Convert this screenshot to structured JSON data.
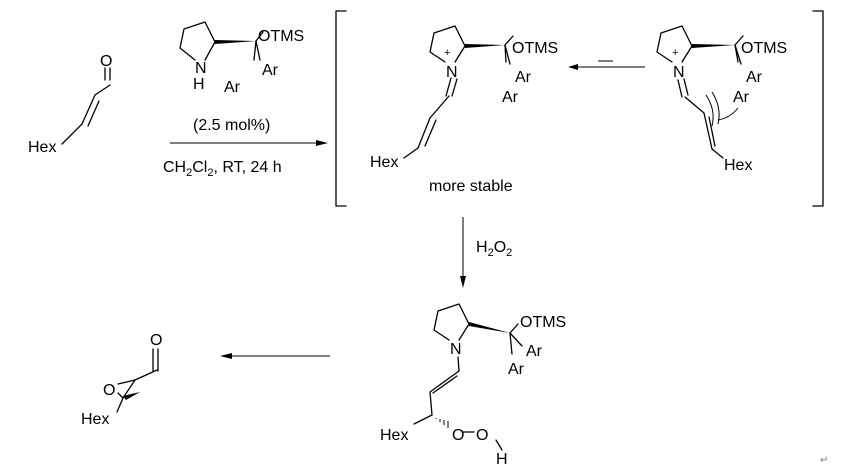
{
  "scheme": {
    "reactant": {
      "substituent": "Hex",
      "carbonyl_o": "O"
    },
    "catalyst": {
      "n_label": "N",
      "h_label": "H",
      "otms": "OTMS",
      "ar1": "Ar",
      "ar2": "Ar",
      "loading": "(2.5 mol%)"
    },
    "conditions": {
      "ch": "CH",
      "sub2": "2",
      "cl": "Cl",
      "rest": ", RT, 24 h"
    },
    "iminium_major": {
      "charge": "+",
      "n_label": "N",
      "otms": "OTMS",
      "ar1": "Ar",
      "ar2": "Ar",
      "substituent": "Hex",
      "caption": "more stable"
    },
    "iminium_minor": {
      "charge": "+",
      "n_label": "N",
      "otms": "OTMS",
      "ar1": "Ar",
      "ar2": "Ar",
      "substituent": "Hex"
    },
    "oxidant": {
      "h": "H",
      "sub2a": "2",
      "o": "O",
      "sub2b": "2"
    },
    "enamine": {
      "n_label": "N",
      "otms": "OTMS",
      "ar1": "Ar",
      "ar2": "Ar",
      "substituent": "Hex",
      "o1": "O",
      "o2": "O",
      "h": "H"
    },
    "product": {
      "carbonyl_o": "O",
      "epoxide_o": "O",
      "substituent": "Hex"
    },
    "corner_mark": "↵"
  }
}
